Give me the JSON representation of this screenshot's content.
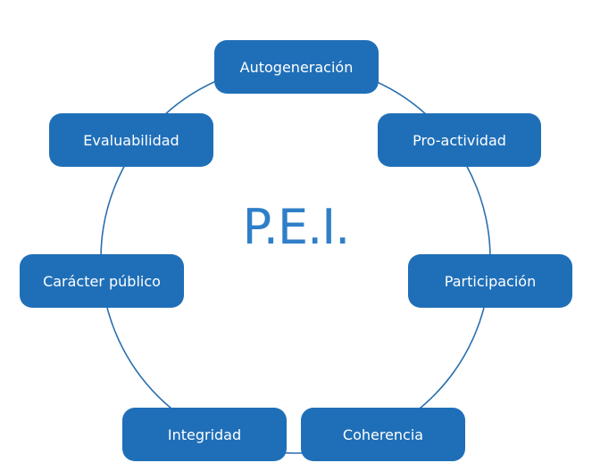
{
  "center": {
    "label": "P.E.I."
  },
  "nodes": [
    {
      "label": "Autogeneración"
    },
    {
      "label": "Pro-actividad"
    },
    {
      "label": "Participación"
    },
    {
      "label": "Coherencia"
    },
    {
      "label": "Integridad"
    },
    {
      "label": "Carácter público"
    },
    {
      "label": "Evaluabilidad"
    }
  ],
  "colors": {
    "node_fill": "#1f6fb8",
    "ring_stroke": "#2a6fae",
    "center_text": "#2f7fc8",
    "node_text": "#ffffff"
  }
}
